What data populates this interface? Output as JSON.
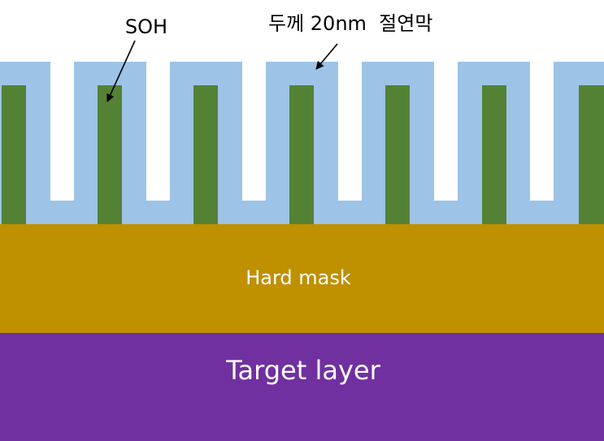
{
  "labels": {
    "soh": "SOH",
    "insulator": "두께 20nm  절연막",
    "hard_mask": "Hard mask",
    "target_layer": "Target layer"
  },
  "colors": {
    "background": "#ffffff",
    "insulator_film": "#9dc3e6",
    "soh": "#548235",
    "hard_mask": "#bf9000",
    "target_layer": "#7030a0",
    "annotation_text": "#000000",
    "layer_text": "#ffffff"
  },
  "structure": {
    "soh_pillar_count": 7
  }
}
